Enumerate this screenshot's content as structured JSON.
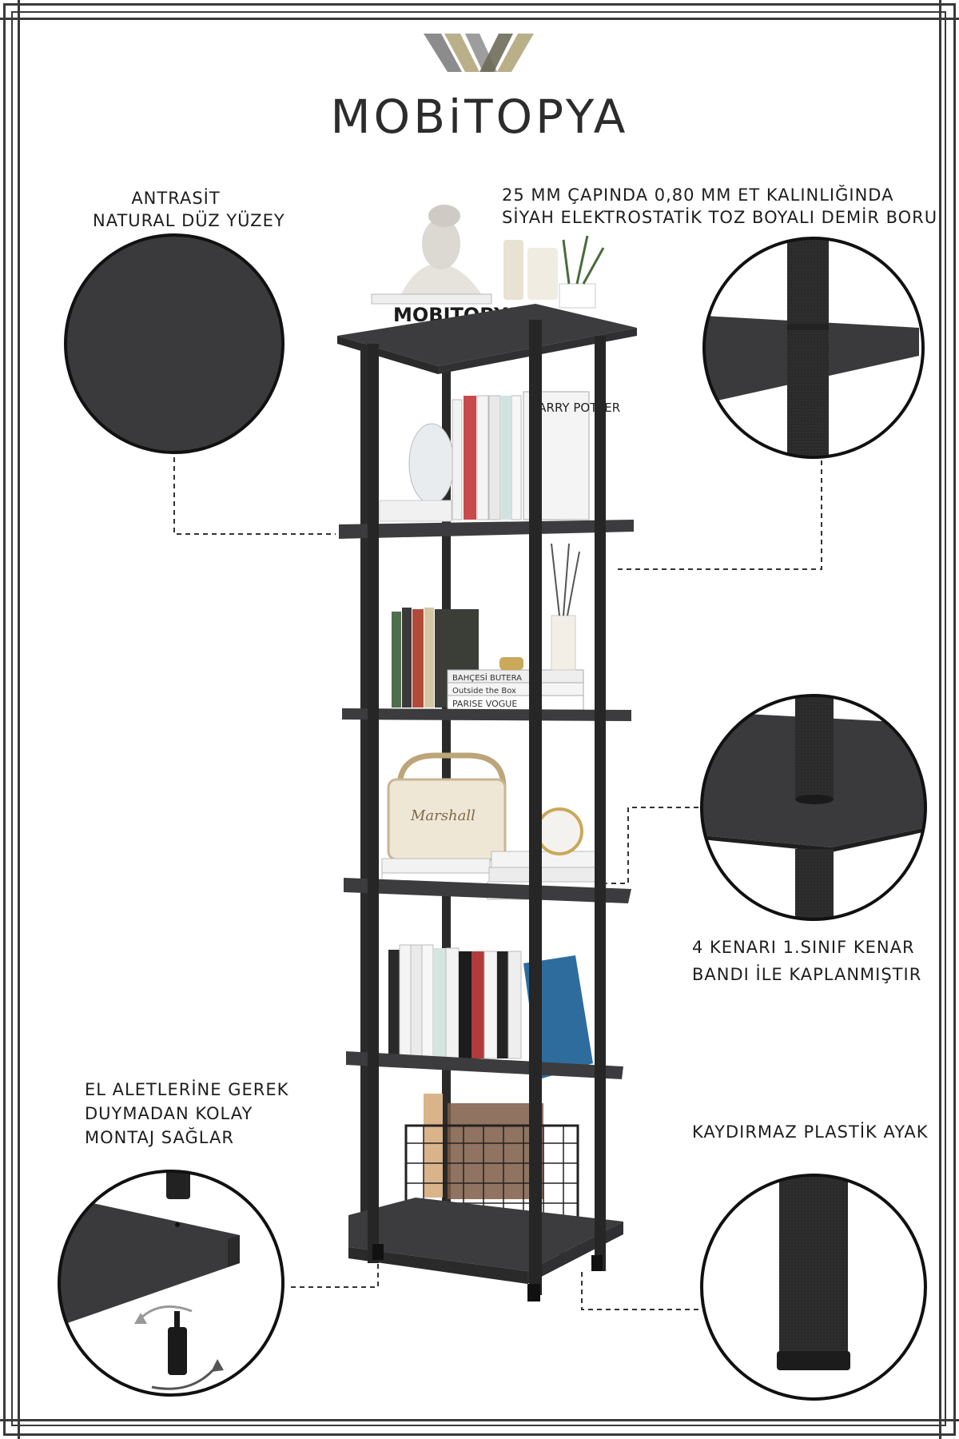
{
  "brand": {
    "name": "MOBiTOPYA",
    "logo_icon": "wv-monogram-logo"
  },
  "colors": {
    "anthracite": "#3a3a3c",
    "frame": "#3a3a3a",
    "tube": "#2a2a2a",
    "logo_gold": "#b9b08a",
    "logo_grey": "#8c8c8c"
  },
  "callouts": {
    "surface": {
      "line1": "ANTRASİT",
      "line2": "NATURAL DÜZ YÜZEY"
    },
    "tube": {
      "line1": "25 MM ÇAPINDA 0,80 MM ET KALINLIĞINDA",
      "line2": "SİYAH ELEKTROSTATİK TOZ BOYALI DEMİR BORU"
    },
    "edge": {
      "line1": "4 KENARI 1.SINIF KENAR",
      "line2": "BANDI İLE KAPLANMIŞTIR"
    },
    "assembly": {
      "line1": "EL ALETLERİNE GEREK",
      "line2": "DUYMADAN KOLAY",
      "line3": "MONTAJ SAĞLAR"
    },
    "foot": {
      "line1": "KAYDIRMAZ PLASTİK AYAK"
    }
  },
  "product_decor": {
    "top_sign": "MOBITOPYA",
    "book_harry": "HARRY POTTER",
    "radio_brand": "Marshall",
    "book_parise": "PARISE VOGUE",
    "book_outside": "Outside the Box",
    "book_bahcesi": "BAHÇESİ BUTERA"
  }
}
